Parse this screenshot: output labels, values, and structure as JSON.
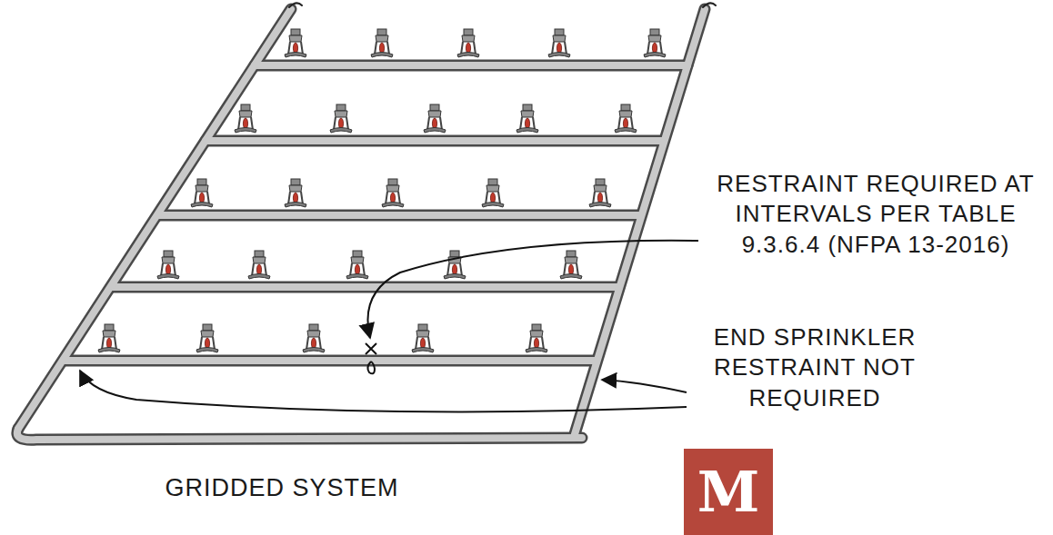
{
  "diagram": {
    "caption": "GRIDDED SYSTEM",
    "labels": [
      "RESTRAINT REQUIRED AT INTERVALS PER TABLE 9.3.6.4 (NFPA 13-2016)",
      "END SPRINKLER RESTRAINT NOT REQUIRED",
      "M"
    ]
  }
}
